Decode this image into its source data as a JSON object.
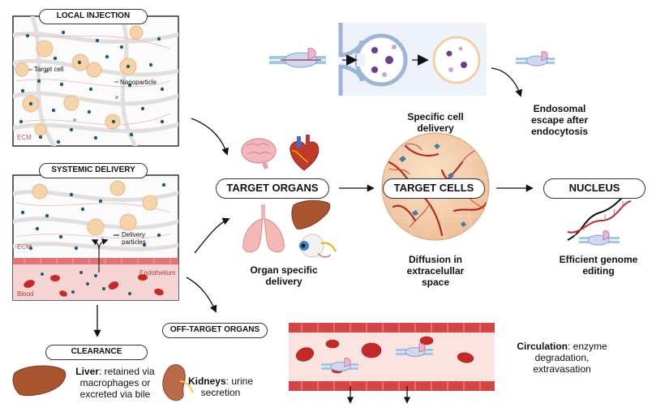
{
  "panels": {
    "local_injection": "LOCAL INJECTION",
    "systemic_delivery": "SYSTEMIC DELIVERY",
    "clearance": "CLEARANCE",
    "off_target_organs": "OFF-TARGET ORGANS"
  },
  "local": {
    "target_cell": "Target cell",
    "nanoparticle": "Nanoparticle",
    "ecm": "ECM"
  },
  "systemic": {
    "ecm": "ECM",
    "delivery_particles_1": "Delivery",
    "delivery_particles_2": "particles",
    "endothelium": "Endothelium",
    "blood": "Blood"
  },
  "stages": {
    "target_organs": "TARGET ORGANS",
    "target_cells": "TARGET CELLS",
    "nucleus": "NUCLEUS"
  },
  "captions": {
    "specific_cell_1": "Specific cell",
    "specific_cell_2": "delivery",
    "endosomal_1": "Endosomal",
    "endosomal_2": "escape after",
    "endosomal_3": "endocytosis",
    "organ_specific_1": "Organ specific",
    "organ_specific_2": "delivery",
    "diffusion_1": "Diffusion in",
    "diffusion_2": "extracelullar",
    "diffusion_3": "space",
    "genome_1": "Efficient genome",
    "genome_2": "editing"
  },
  "clearance": {
    "liver_bold": "Liver",
    "liver_rest_1": ": retained via",
    "liver_rest_2": "macrophages or",
    "liver_rest_3": "excreted via bile",
    "kidney_bold": "Kidneys",
    "kidney_rest_1": ": urine",
    "kidney_rest_2": "secretion"
  },
  "circulation": {
    "bold": "Circulation",
    "rest_1": ": enzyme",
    "rest_2": "degradation,",
    "rest_3": "extravasation"
  },
  "colors": {
    "cell": "#f6d3a8",
    "nanoparticle": "#1d5c73",
    "vessel": "#c0392b",
    "rbc": "#c62828",
    "blood_bg": "#f7d4d4",
    "vesicle": "#7e57a8"
  }
}
